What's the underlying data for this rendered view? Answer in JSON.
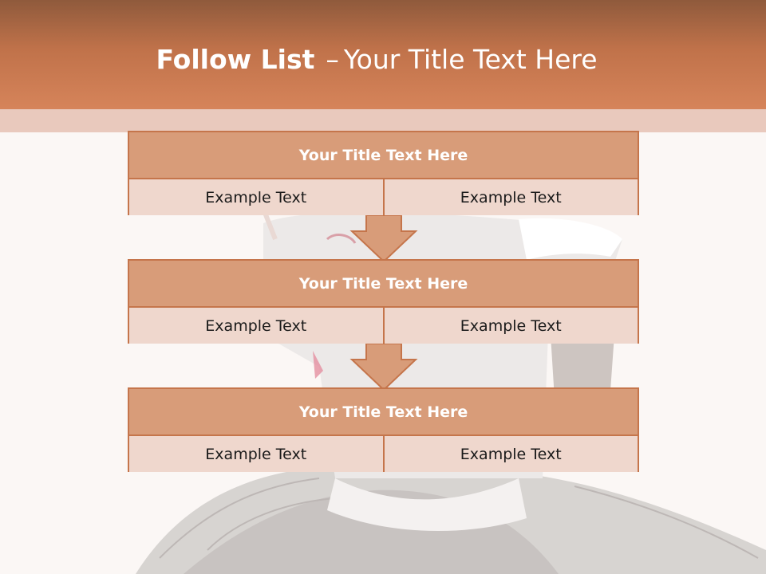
{
  "slide": {
    "title_bold": "Follow List",
    "title_dash": "–",
    "title_rest": "Your Title Text Here"
  },
  "boxes": [
    {
      "title": "Your Title Text Here",
      "left": "Example Text",
      "right": "Example Text"
    },
    {
      "title": "Your Title Text Here",
      "left": "Example Text",
      "right": "Example Text"
    },
    {
      "title": "Your Title Text Here",
      "left": "Example Text",
      "right": "Example Text"
    }
  ],
  "colors": {
    "header_top": "#8f5a3c",
    "header_bottom": "#d6845a",
    "box_title": "#d89c79",
    "box_cell": "#efd7cd",
    "border": "#c5754b"
  }
}
